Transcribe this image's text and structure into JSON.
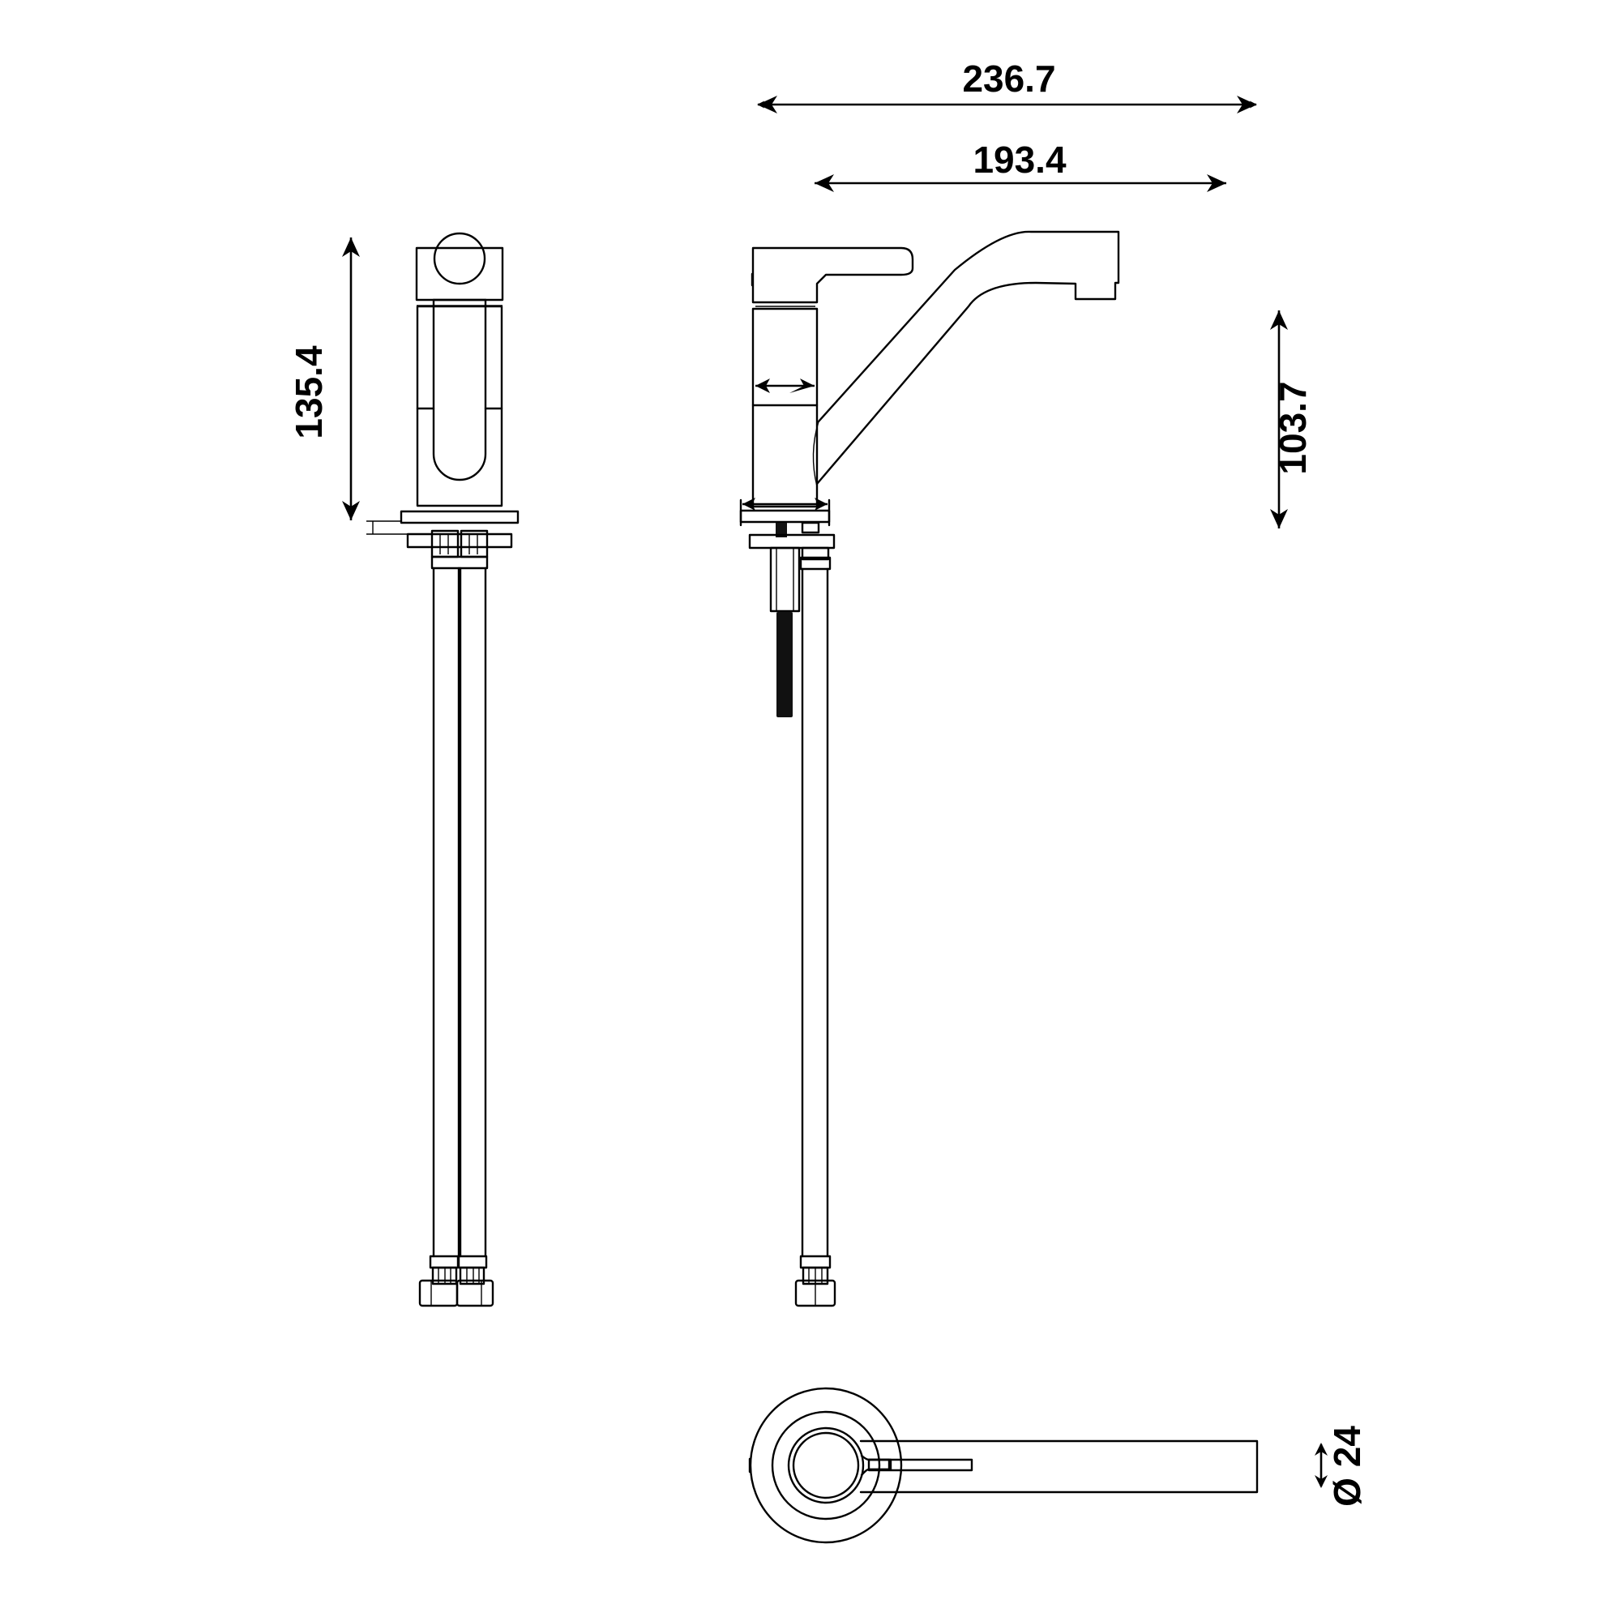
{
  "drawing": {
    "subject": "single-lever kitchen mixer tap technical drawing",
    "views": [
      "front-view",
      "side-view",
      "top-view"
    ],
    "line_color": "#000000",
    "background": "#ffffff"
  },
  "dimensions": {
    "overall_reach": {
      "value": "236.7",
      "orientation": "horizontal",
      "view": "side-view"
    },
    "spout_reach": {
      "value": "193.4",
      "orientation": "horizontal",
      "view": "side-view"
    },
    "overall_height": {
      "value": "135.4",
      "orientation": "vertical",
      "view": "front-view"
    },
    "spout_height": {
      "value": "103.7",
      "orientation": "vertical",
      "view": "side-view"
    },
    "spout_diameter": {
      "value": "Ø 24",
      "orientation": "vertical",
      "view": "top-view"
    }
  }
}
